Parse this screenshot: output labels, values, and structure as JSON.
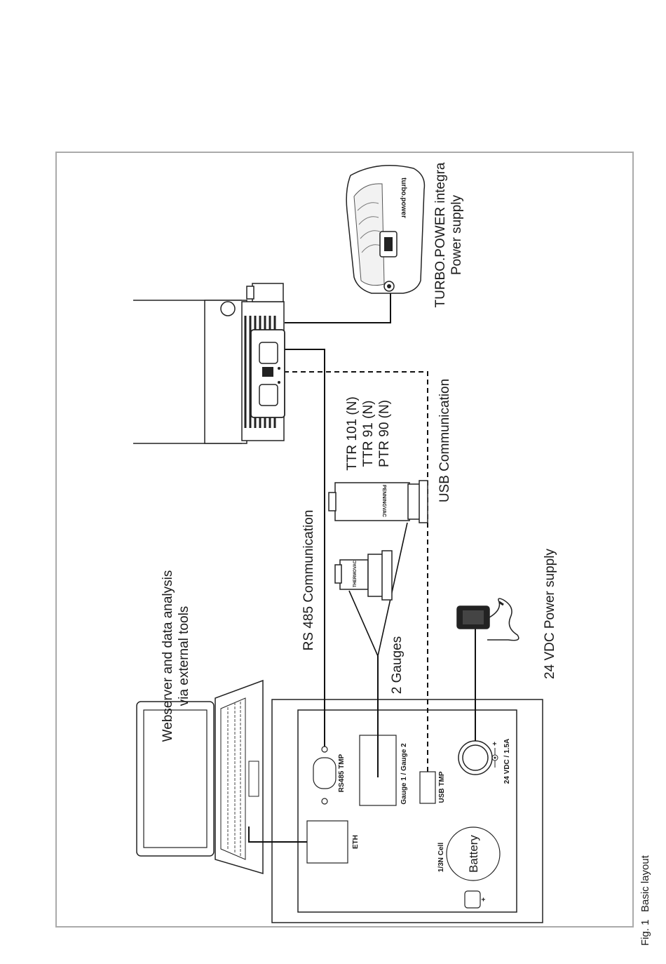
{
  "caption": {
    "number": "Fig. 1",
    "title": "Basic layout"
  },
  "labels": {
    "webserver_line1": "Webserver and data analysis",
    "webserver_line2": "via external tools",
    "rs485": "RS 485 Communication",
    "gauges_count": "2 Gauges",
    "gauge_models": [
      "TTR 101 (N)",
      "TTR 91 (N)",
      "PTR 90 (N)"
    ],
    "usb": "USB Communication",
    "power_24": "24 VDC Power supply",
    "turbo_line1": "TURBO.POWER integra",
    "turbo_line2": "Power supply"
  },
  "controller": {
    "eth": "ETH",
    "rs485_tmp": "RS485 TMP",
    "gauge_port": "Gauge 1 / Gauge 2",
    "usb_tmp": "USB TMP",
    "power_rating": "24 VDC / 1.5A",
    "battery_label": "Battery",
    "battery_cell": "1/3N Cell",
    "plus": "+"
  },
  "device_brands": {
    "gauge_1": "THERMOVAC",
    "gauge_2": "PENNINGVAC",
    "turbo_power": "turbo.power"
  }
}
